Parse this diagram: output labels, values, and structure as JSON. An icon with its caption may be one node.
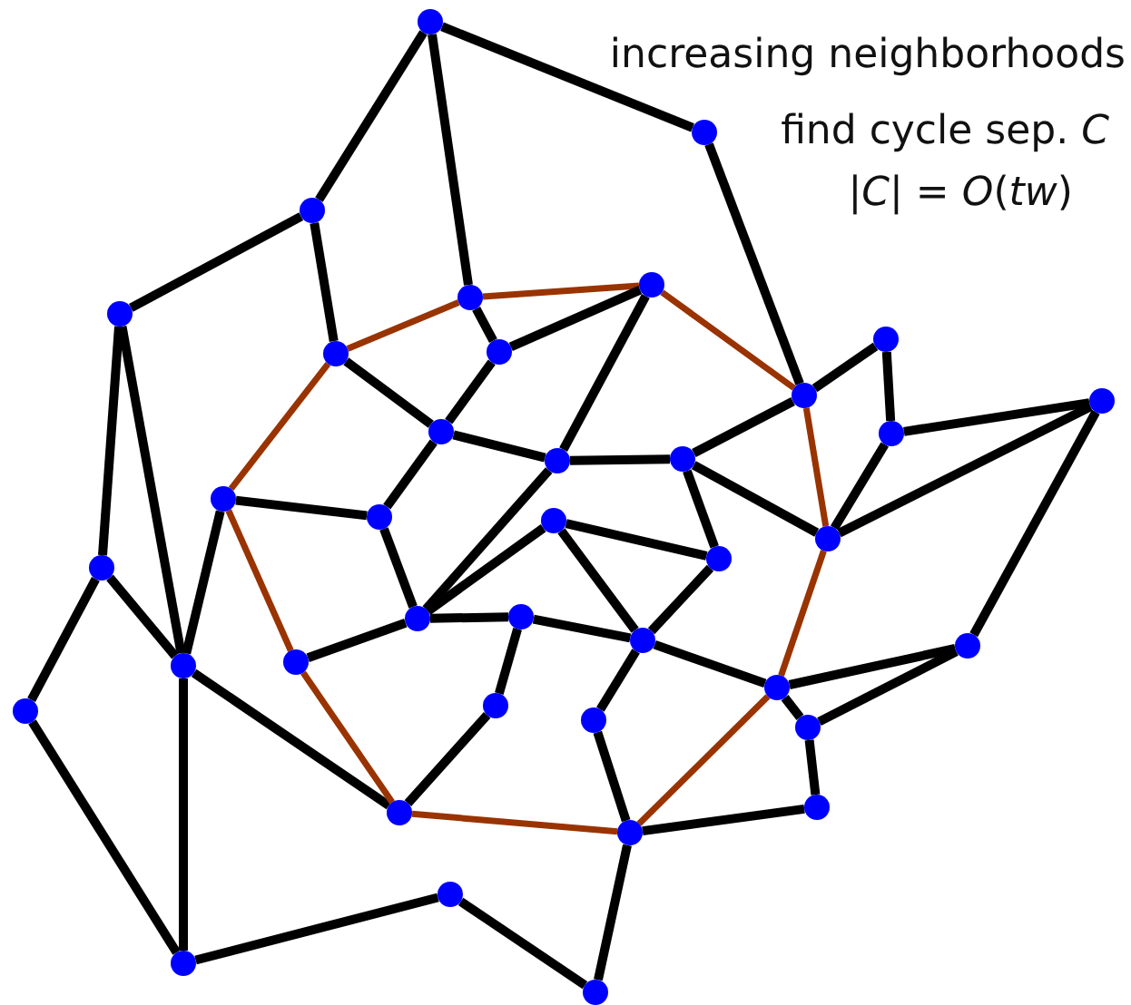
{
  "diagram": {
    "nodes": [
      {
        "text": [],
        "shape": "circle"
      },
      {
        "text": [],
        "shape": "circle"
      },
      {
        "text": [],
        "shape": "circle"
      },
      {
        "text": [],
        "shape": "circle"
      },
      {
        "text": [],
        "shape": "circle"
      },
      {
        "text": [],
        "shape": "circle"
      },
      {
        "text": [],
        "shape": "circle"
      },
      {
        "text": [],
        "shape": "circle"
      },
      {
        "text": [],
        "shape": "circle"
      },
      {
        "text": [],
        "shape": "circle"
      },
      {
        "text": [],
        "shape": "circle"
      },
      {
        "text": [],
        "shape": "circle"
      },
      {
        "text": [],
        "shape": "circle"
      },
      {
        "text": [],
        "shape": "circle"
      },
      {
        "text": [],
        "shape": "circle"
      },
      {
        "text": [],
        "shape": "circle"
      },
      {
        "text": [],
        "shape": "circle"
      },
      {
        "text": [],
        "shape": "circle"
      },
      {
        "text": [],
        "shape": "circle"
      },
      {
        "text": [],
        "shape": "circle"
      },
      {
        "text": [],
        "shape": "circle"
      },
      {
        "text": [],
        "shape": "circle"
      },
      {
        "text": [],
        "shape": "circle"
      },
      {
        "text": [],
        "shape": "circle"
      },
      {
        "text": [],
        "shape": "circle"
      },
      {
        "text": [],
        "shape": "circle"
      },
      {
        "text": [],
        "shape": "circle"
      },
      {
        "text": [],
        "shape": "circle"
      },
      {
        "text": [],
        "shape": "circle"
      },
      {
        "text": [],
        "shape": "circle"
      },
      {
        "text": [],
        "shape": "circle"
      },
      {
        "text": [],
        "shape": "circle"
      },
      {
        "text": [],
        "shape": "circle"
      },
      {
        "text": [],
        "shape": "circle"
      },
      {
        "text": [],
        "shape": "circle"
      },
      {
        "text": [],
        "shape": "circle"
      },
      {
        "text": [],
        "shape": "circle"
      },
      {
        "text": [],
        "shape": "circle"
      }
    ],
    "edges": [
      {
        "from": 0,
        "to": 2,
        "arrow": "none"
      },
      {
        "from": 0,
        "to": 1,
        "arrow": "none"
      },
      {
        "from": 0,
        "to": 4,
        "arrow": "none"
      },
      {
        "from": 1,
        "to": 9,
        "arrow": "none"
      },
      {
        "from": 2,
        "to": 3,
        "arrow": "none"
      },
      {
        "from": 2,
        "to": 6,
        "arrow": "none"
      },
      {
        "from": 4,
        "to": 7,
        "arrow": "none"
      },
      {
        "from": 4,
        "to": 6,
        "arrow": "none",
        "color": "#993300"
      },
      {
        "from": 4,
        "to": 5,
        "arrow": "none",
        "color": "#993300"
      },
      {
        "from": 7,
        "to": 5,
        "arrow": "none"
      },
      {
        "from": 5,
        "to": 9,
        "arrow": "none",
        "color": "#993300"
      },
      {
        "from": 5,
        "to": 13,
        "arrow": "none"
      },
      {
        "from": 6,
        "to": 11,
        "arrow": "none"
      },
      {
        "from": 7,
        "to": 11,
        "arrow": "none"
      },
      {
        "from": 6,
        "to": 15,
        "arrow": "none",
        "color": "#993300"
      },
      {
        "from": 3,
        "to": 19,
        "arrow": "none"
      },
      {
        "from": 3,
        "to": 25,
        "arrow": "none"
      },
      {
        "from": 11,
        "to": 13,
        "arrow": "none"
      },
      {
        "from": 11,
        "to": 16,
        "arrow": "none"
      },
      {
        "from": 13,
        "to": 21,
        "arrow": "none"
      },
      {
        "from": 13,
        "to": 14,
        "arrow": "none"
      },
      {
        "from": 9,
        "to": 14,
        "arrow": "none"
      },
      {
        "from": 9,
        "to": 8,
        "arrow": "none"
      },
      {
        "from": 8,
        "to": 12,
        "arrow": "none"
      },
      {
        "from": 9,
        "to": 18,
        "arrow": "none",
        "color": "#993300"
      },
      {
        "from": 12,
        "to": 10,
        "arrow": "none"
      },
      {
        "from": 12,
        "to": 18,
        "arrow": "none"
      },
      {
        "from": 10,
        "to": 18,
        "arrow": "none"
      },
      {
        "from": 10,
        "to": 24,
        "arrow": "none"
      },
      {
        "from": 14,
        "to": 18,
        "arrow": "none"
      },
      {
        "from": 14,
        "to": 20,
        "arrow": "none"
      },
      {
        "from": 15,
        "to": 16,
        "arrow": "none"
      },
      {
        "from": 15,
        "to": 25,
        "arrow": "none"
      },
      {
        "from": 15,
        "to": 26,
        "arrow": "none",
        "color": "#993300"
      },
      {
        "from": 16,
        "to": 21,
        "arrow": "none"
      },
      {
        "from": 17,
        "to": 20,
        "arrow": "none"
      },
      {
        "from": 17,
        "to": 23,
        "arrow": "none"
      },
      {
        "from": 17,
        "to": 21,
        "arrow": "none"
      },
      {
        "from": 21,
        "to": 22,
        "arrow": "none"
      },
      {
        "from": 21,
        "to": 26,
        "arrow": "none"
      },
      {
        "from": 22,
        "to": 23,
        "arrow": "none"
      },
      {
        "from": 22,
        "to": 29,
        "arrow": "none"
      },
      {
        "from": 20,
        "to": 23,
        "arrow": "none"
      },
      {
        "from": 23,
        "to": 27,
        "arrow": "none"
      },
      {
        "from": 23,
        "to": 30,
        "arrow": "none"
      },
      {
        "from": 18,
        "to": 27,
        "arrow": "none",
        "color": "#993300"
      },
      {
        "from": 27,
        "to": 24,
        "arrow": "none"
      },
      {
        "from": 27,
        "to": 31,
        "arrow": "none"
      },
      {
        "from": 31,
        "to": 24,
        "arrow": "none"
      },
      {
        "from": 31,
        "to": 33,
        "arrow": "none"
      },
      {
        "from": 33,
        "to": 34,
        "arrow": "none"
      },
      {
        "from": 27,
        "to": 34,
        "arrow": "none",
        "color": "#993300"
      },
      {
        "from": 29,
        "to": 32,
        "arrow": "none"
      },
      {
        "from": 30,
        "to": 34,
        "arrow": "none"
      },
      {
        "from": 25,
        "to": 32,
        "arrow": "none"
      },
      {
        "from": 26,
        "to": 32,
        "arrow": "none",
        "color": "#993300"
      },
      {
        "from": 32,
        "to": 34,
        "arrow": "none",
        "color": "#993300"
      },
      {
        "from": 25,
        "to": 36,
        "arrow": "none"
      },
      {
        "from": 25,
        "to": 19,
        "arrow": "none"
      },
      {
        "from": 19,
        "to": 28,
        "arrow": "none"
      },
      {
        "from": 28,
        "to": 36,
        "arrow": "none"
      },
      {
        "from": 36,
        "to": 35,
        "arrow": "none"
      },
      {
        "from": 35,
        "to": 37,
        "arrow": "none"
      },
      {
        "from": 34,
        "to": 37,
        "arrow": "none"
      }
    ],
    "labels": [
      "increasing neighborhoods",
      "find cycle sep. *C*",
      "|*C*| = *O*(*tw*)"
    ]
  }
}
